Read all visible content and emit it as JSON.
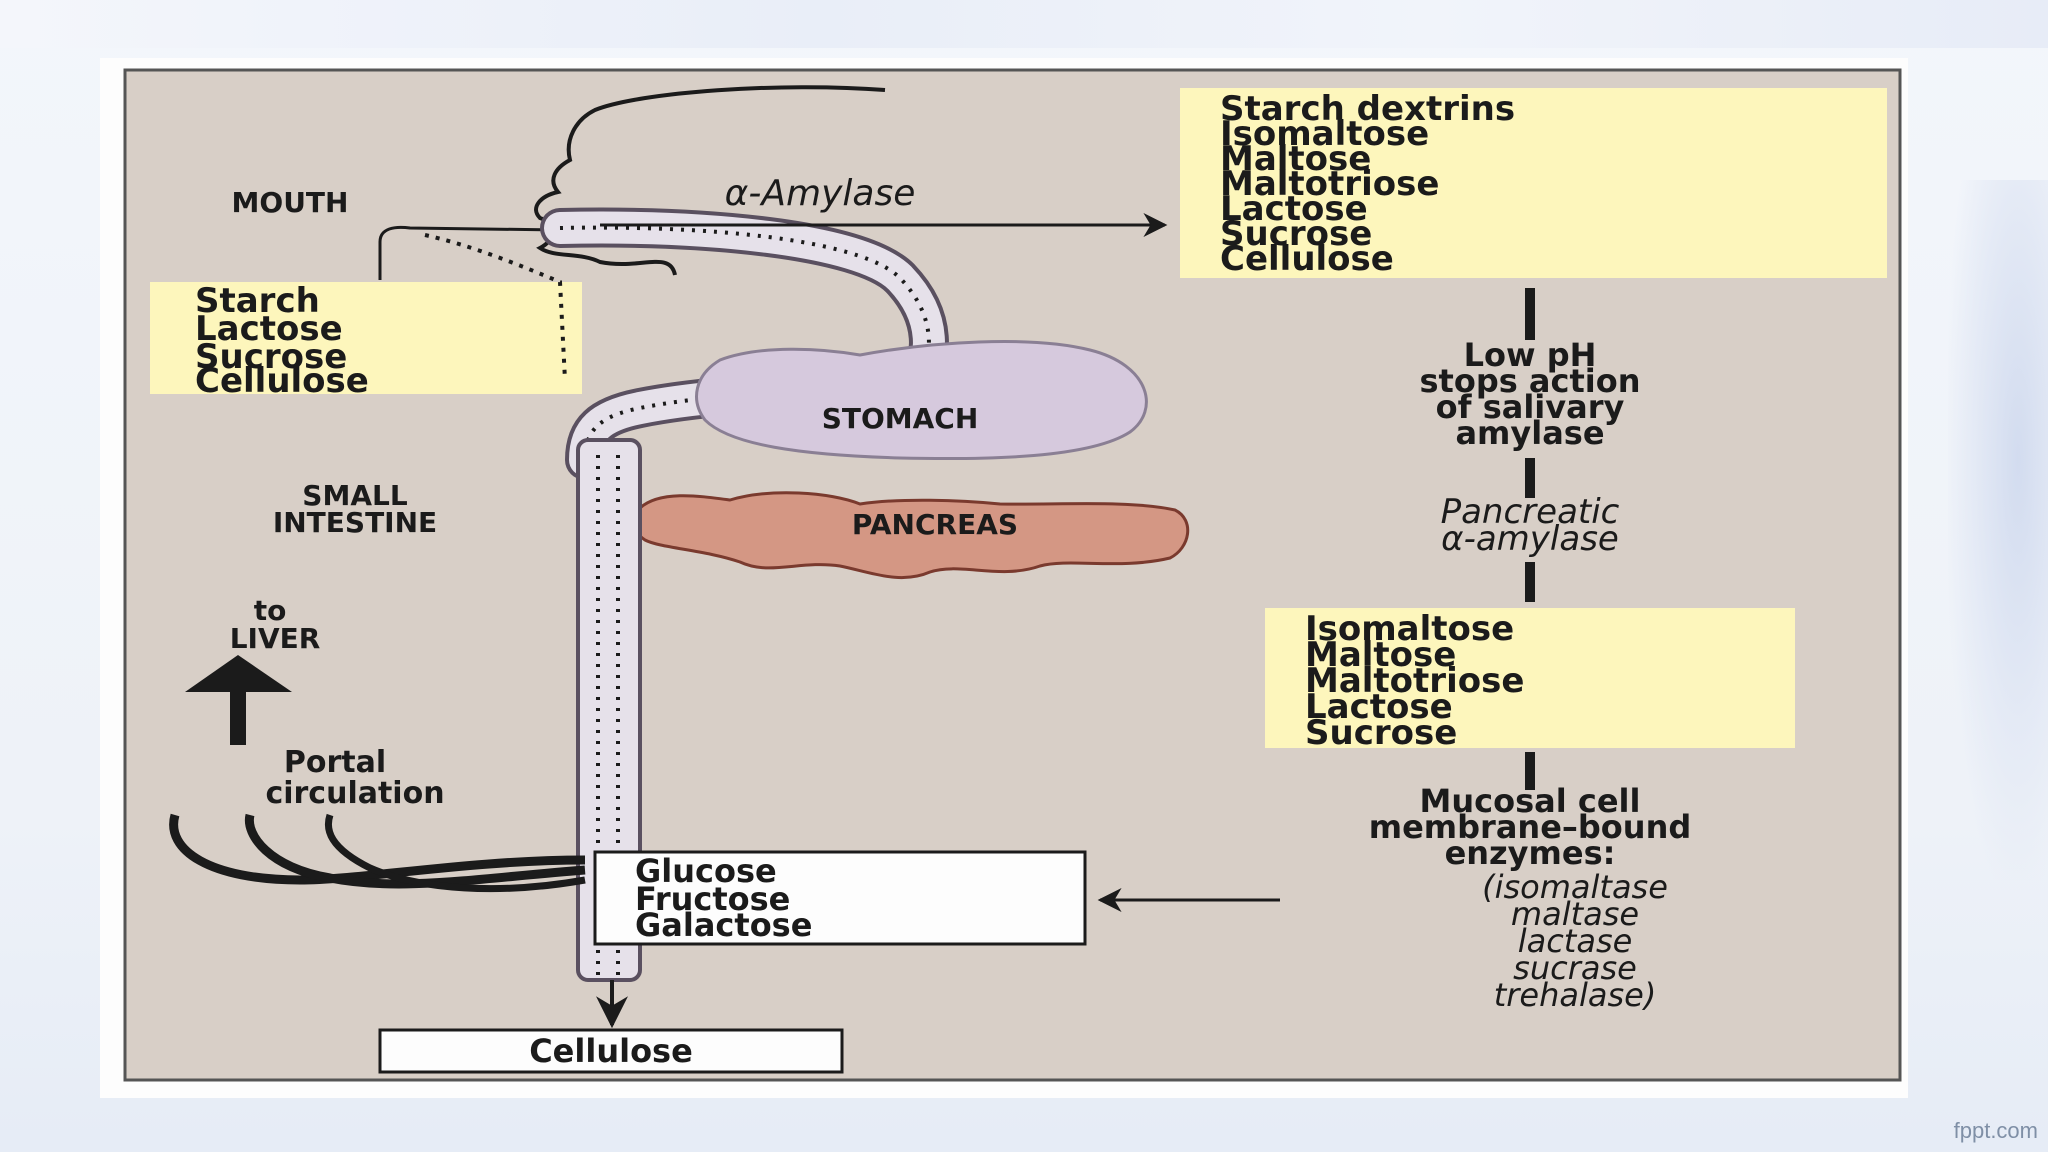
{
  "colors": {
    "panel": "#d8cfc7",
    "highlight": "#fdf6bc",
    "ink": "#1b1b1b",
    "stomach": "#d6c9dd",
    "pancreas": "#d49784"
  },
  "left": {
    "mouth": "MOUTH",
    "intake_box": [
      "Starch",
      "Lactose",
      "Sucrose",
      "Cellulose"
    ],
    "small_intestine": [
      "SMALL",
      "INTESTINE"
    ],
    "to_liver": [
      "to",
      "LIVER"
    ],
    "portal": [
      "Portal",
      "circulation"
    ]
  },
  "center": {
    "amylase": "α-Amylase",
    "stomach": "STOMACH",
    "pancreas": "PANCREAS",
    "monosaccharides": [
      "Glucose",
      "Fructose",
      "Galactose"
    ],
    "cellulose": "Cellulose"
  },
  "right": {
    "top_box": [
      "Starch dextrins",
      "Isomaltose",
      "Maltose",
      "Maltotriose",
      "Lactose",
      "Sucrose",
      "Cellulose"
    ],
    "low_ph": [
      "Low pH",
      "stops action",
      "of salivary",
      "amylase"
    ],
    "pancreatic": [
      "Pancreatic",
      "α-amylase"
    ],
    "mid_box": [
      "Isomaltose",
      "Maltose",
      "Maltotriose",
      "Lactose",
      "Sucrose"
    ],
    "mucosal": [
      "Mucosal cell",
      "membrane–bound",
      "enzymes:"
    ],
    "enzymes": [
      "(isomaltase",
      "maltase",
      "lactase",
      "sucrase",
      "trehalase)"
    ]
  },
  "watermark": "fppt.com"
}
